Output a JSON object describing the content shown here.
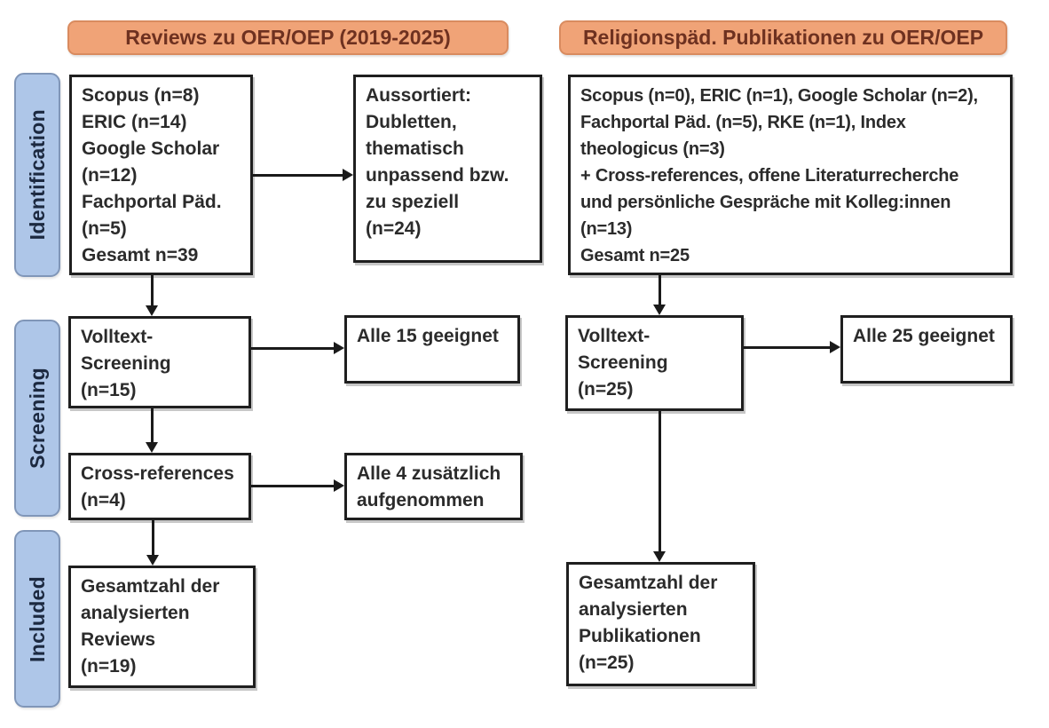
{
  "headers": {
    "left": "Reviews zu OER/OEP (2019-2025)",
    "right": "Religionspäd. Publikationen zu OER/OEP"
  },
  "stages": {
    "identification": "Identification",
    "screening": "Screening",
    "included": "Included"
  },
  "left_column": {
    "identification_sources": "Scopus (n=8)\nERIC (n=14)\nGoogle Scholar\n(n=12)\nFachportal Päd.\n(n=5)\nGesamt n=39",
    "excluded": "Aussortiert:\nDubletten,\nthematisch\nunpassend bzw.\nzu speziell\n(n=24)",
    "fulltext_screening": "Volltext-\nScreening\n(n=15)",
    "all_suitable": "Alle 15 geeignet",
    "cross_references": "Cross-references\n(n=4)",
    "additional_included": "Alle 4 zusätzlich\naufgenommen",
    "total_included": "Gesamtzahl der\nanalysierten\nReviews\n(n=19)"
  },
  "right_column": {
    "identification_sources": "Scopus (n=0), ERIC (n=1), Google Scholar (n=2),\nFachportal Päd. (n=5), RKE (n=1), Index\ntheologicus (n=3)\n+ Cross-references, offene Literaturrecherche\nund persönliche Gespräche mit Kolleg:innen\n(n=13)\nGesamt n=25",
    "fulltext_screening": "Volltext-\nScreening\n(n=25)",
    "all_suitable": "Alle 25 geeignet",
    "total_included": "Gesamtzahl der\nanalysierten\nPublikationen\n(n=25)"
  },
  "colors": {
    "header_fill": "#F0A377",
    "header_border": "#D98B5F",
    "header_text": "#6E3120",
    "stage_fill": "#AEC6E8",
    "stage_border": "#8096B8",
    "stage_text": "#1C2940",
    "box_border": "#1F1F1F",
    "box_text": "#2B2B2B",
    "arrow": "#1A1A1A"
  }
}
